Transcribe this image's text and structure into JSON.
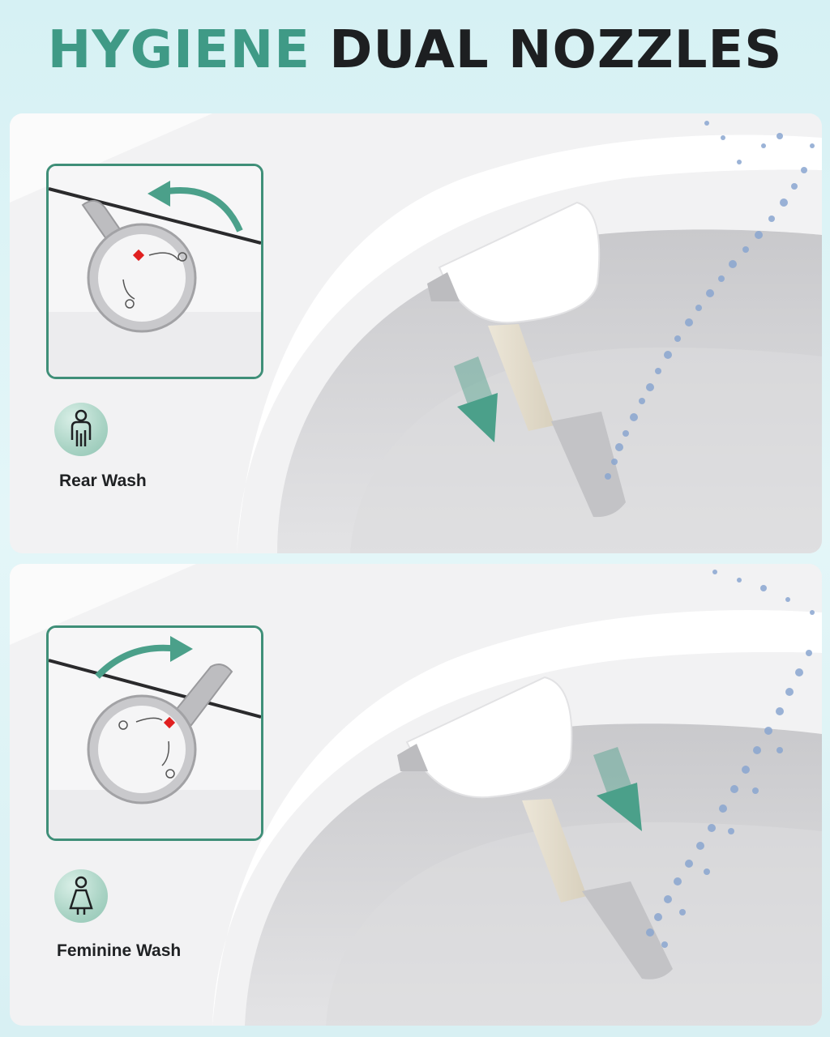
{
  "title": {
    "part1": "HYGIENE",
    "part2": "DUAL NOZZLES"
  },
  "panels": [
    {
      "mode_label": "Rear Wash",
      "icon": "rear-wash-person-icon"
    },
    {
      "mode_label": "Feminine Wash",
      "icon": "feminine-wash-person-icon"
    }
  ],
  "colors": {
    "accent": "#3f9a86",
    "title_dark": "#1d1f21",
    "inset_border": "#3f8f78",
    "arrow": "#4ba08a",
    "indicator": "#e02020"
  }
}
